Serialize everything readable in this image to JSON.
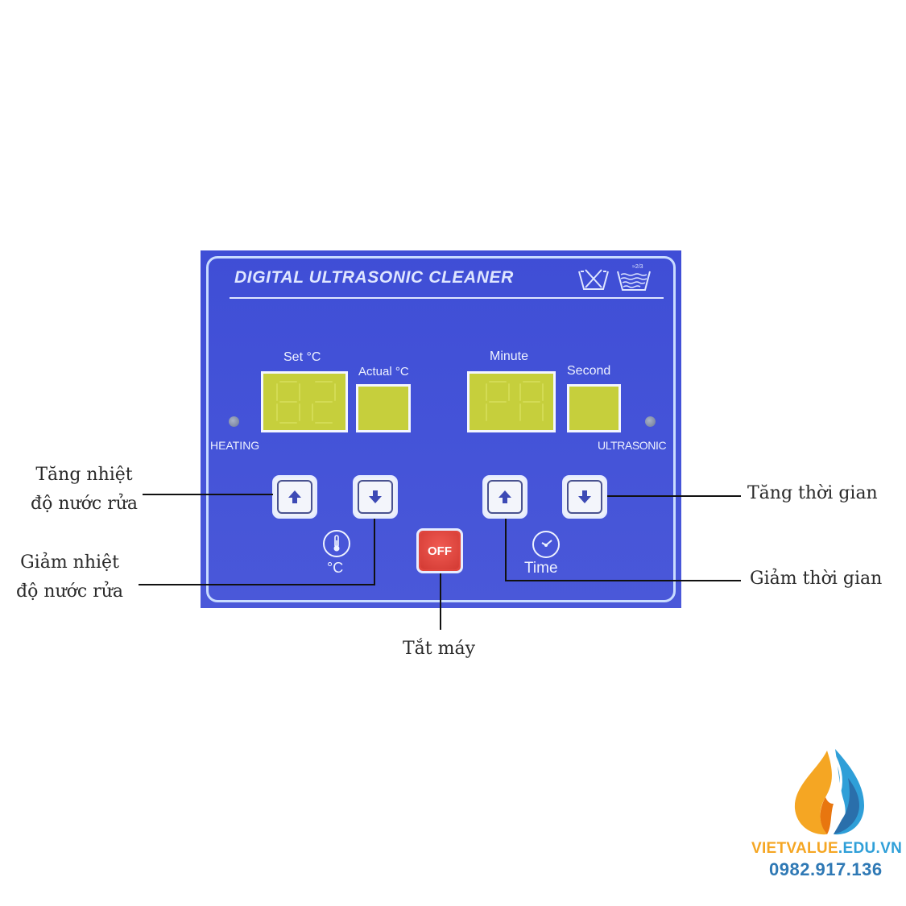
{
  "panel": {
    "title": "DIGITAL ULTRASONIC CLEANER",
    "wash_symbols": [
      "do-not-wash-icon",
      "fill-level-icon"
    ],
    "fill_level_label": "≈2/3",
    "colors": {
      "panel_bg": "#4150d4",
      "border": "#c9dcff",
      "display": "#c6cf3c",
      "off_button": "#e0463f"
    },
    "heating_label": "HEATING",
    "ultrasonic_label": "ULTRASONIC",
    "set_temp_label": "Set °C",
    "actual_temp_label": "Actual °C",
    "minute_label": "Minute",
    "second_label": "Second",
    "temp_unit_label": "°C",
    "time_label": "Time",
    "off_label": "OFF"
  },
  "callouts": {
    "temp_up": [
      "Tăng nhiệt",
      "độ nước rửa"
    ],
    "temp_down": [
      "Giảm nhiệt",
      "độ nước rửa"
    ],
    "time_up": "Tăng thời gian",
    "time_down": "Giảm thời gian",
    "power_off": "Tắt máy"
  },
  "logo": {
    "brand_part1": "VIETVALUE",
    "brand_part2": ".EDU.VN",
    "phone": "0982.917.136",
    "colors": {
      "orange": "#f5a623",
      "blue": "#2f9fd8",
      "dark_blue": "#2f79b5"
    }
  }
}
